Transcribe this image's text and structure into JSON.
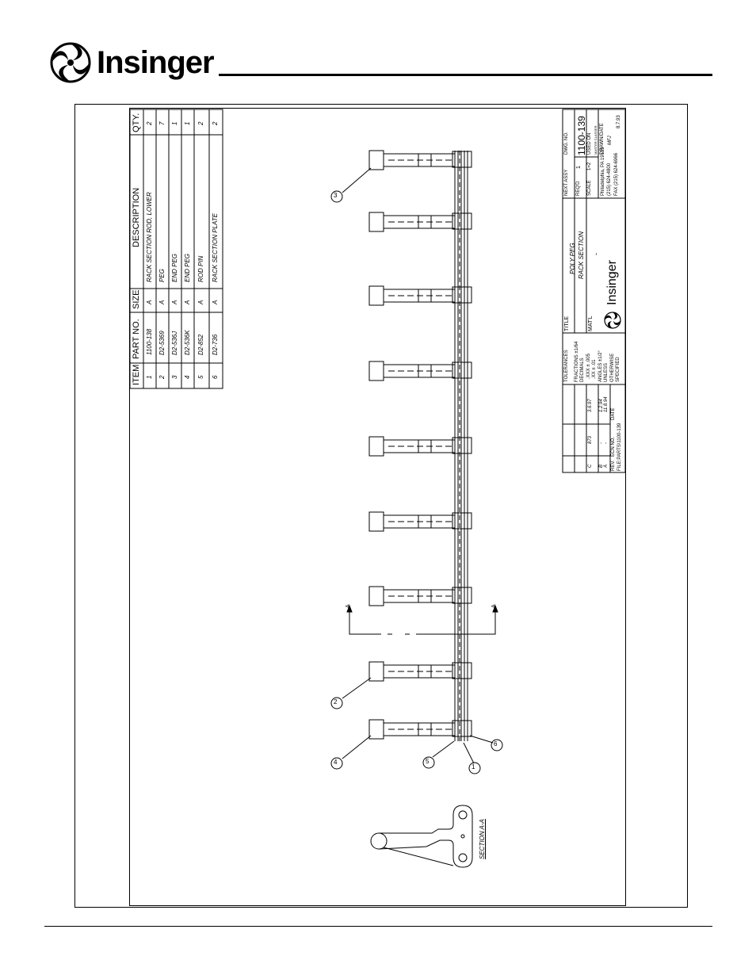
{
  "brand": {
    "name": "Insinger"
  },
  "bom": {
    "headers": {
      "item": "ITEM",
      "part_no": "PART NO.",
      "size": "SIZE",
      "description": "DESCRIPTION",
      "qty": "QTY."
    },
    "rows": [
      {
        "item": "1",
        "part_no": "1100-138",
        "size": "A",
        "description": "RACK SECTION ROD, LOWER",
        "qty": "2"
      },
      {
        "item": "2",
        "part_no": "D2-5369",
        "size": "A",
        "description": "PEG",
        "qty": "7"
      },
      {
        "item": "3",
        "part_no": "D2-536J",
        "size": "A",
        "description": "END PEG",
        "qty": "1"
      },
      {
        "item": "4",
        "part_no": "D2-536K",
        "size": "A",
        "description": "END PEG",
        "qty": "1"
      },
      {
        "item": "5",
        "part_no": "D2-852",
        "size": "A",
        "description": "ROD PIN",
        "qty": "2"
      },
      {
        "item": "6",
        "part_no": "D2-736",
        "size": "A",
        "description": "RACK SECTION PLATE",
        "qty": "2"
      }
    ]
  },
  "balloons": [
    "1",
    "2",
    "3",
    "4",
    "5",
    "6"
  ],
  "section": {
    "marker": "A",
    "label": "SECTION A-A"
  },
  "title_block": {
    "next_assy": "NEXT ASSY",
    "dwg_no_label": "DWG. NO.",
    "dwg_no": "1100-139",
    "title_label": "TITLE",
    "title_line1": "POLY PEG",
    "title_line2": "RACK SECTION",
    "reqd_label": "REQ'D",
    "reqd": "1",
    "used_on_label": "USED ON",
    "used_on": "MASTER CLASSER",
    "scale_label": "SCALE",
    "scale": "1=2",
    "matl_label": "MAT'L",
    "matl": "-",
    "company": "Insinger",
    "address_line1": "Philadelphia, PA 19135",
    "address_line2": "(215) 624-4800",
    "address_line3": "FAX (215) 624-6966",
    "drawn_label": "DRAWN/DATE",
    "drawn": "MFJ",
    "drawn_date": "8.7.93",
    "tolerances_label": "TOLERANCES",
    "tol_fractions": "FRACTIONS ±1/64",
    "tol_decimals": "DECIMALS",
    "tol_xxx": ".XXX ± .005",
    "tol_xx": ".XX ± .01",
    "tol_angles": "ANGLES ±1/2°",
    "tol_unless": "UNLESS",
    "tol_otherwise": "OTHERWISE",
    "tol_specified": "SPECIFIED",
    "rev_label": "REV.",
    "ecn_label": "ECN NO.",
    "date_label": "DATE",
    "revisions": [
      {
        "rev": "C",
        "ecn": "873",
        "date": "3.6.97"
      },
      {
        "rev": "B",
        "ecn": "-",
        "date": "1.2.94"
      },
      {
        "rev": "A",
        "ecn": "-",
        "date": "11.8.94"
      }
    ],
    "file": "FILE:PARTS\\1100-139"
  }
}
